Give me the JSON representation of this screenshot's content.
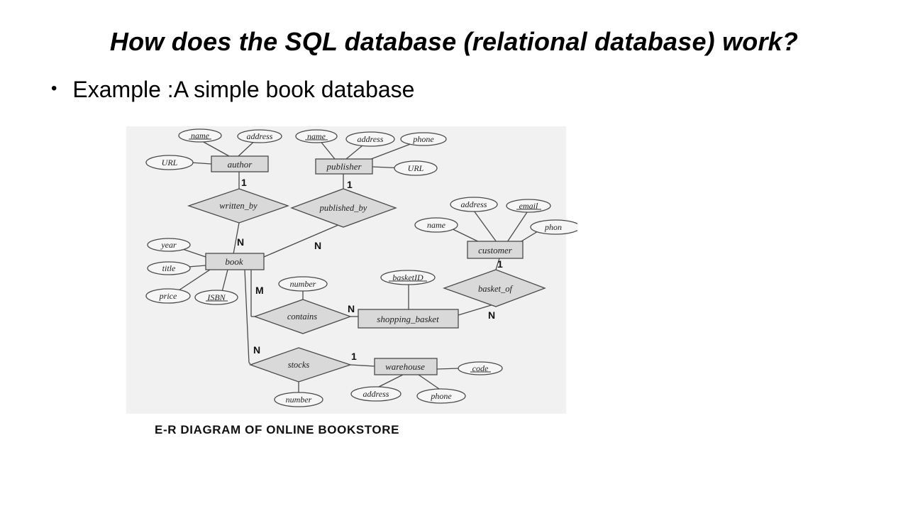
{
  "slide": {
    "title": "How does the SQL database (relational database) work?",
    "bullet": "Example :A simple book database",
    "bullet_marker": "•"
  },
  "diagram": {
    "caption": "E-R DIAGRAM OF ONLINE BOOKSTORE",
    "entities": {
      "author": "author",
      "publisher": "publisher",
      "book": "book",
      "customer": "customer",
      "shopping_basket": "shopping_basket",
      "warehouse": "warehouse"
    },
    "relationships": {
      "written_by": "written_by",
      "published_by": "published_by",
      "basket_of": "basket_of",
      "contains": "contains",
      "stocks": "stocks"
    },
    "attributes": {
      "author_name": "name",
      "author_address": "address",
      "author_url": "URL",
      "publisher_name": "name",
      "publisher_address": "address",
      "publisher_phone": "phone",
      "publisher_url": "URL",
      "customer_address": "address",
      "customer_email": "email",
      "customer_name": "name",
      "customer_phone": "phon",
      "book_year": "year",
      "book_title": "title",
      "book_price": "price",
      "book_isbn": "ISBN",
      "contains_number": "number",
      "basket_id": "basketID",
      "warehouse_code": "code",
      "warehouse_address": "address",
      "warehouse_phone": "phone",
      "stocks_number": "number"
    },
    "cardinalities": {
      "author_written_by": "1",
      "publisher_published_by": "1",
      "book_written_by": "N",
      "book_published_by": "N",
      "customer_basket_of": "1",
      "basket_basket_of": "N",
      "book_contains": "M",
      "basket_contains": "N",
      "book_stocks": "N",
      "warehouse_stocks": "1"
    },
    "colors": {
      "background": "#f1f1f1",
      "shape_fill": "#d9d9d9",
      "ellipse_fill": "#f6f6f6",
      "stroke": "#4a4a4a"
    }
  }
}
